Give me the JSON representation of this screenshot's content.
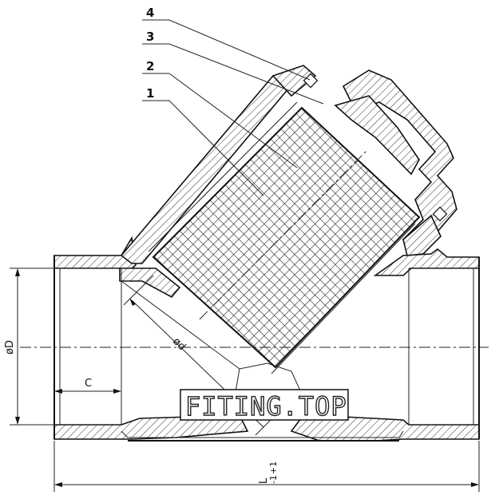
{
  "callouts": [
    "4",
    "3",
    "2",
    "1"
  ],
  "dimensions": {
    "diameter_label": "øD",
    "thread_length_label": "C",
    "length_label": "L",
    "length_tol_plus": "+1",
    "length_tol_minus": "-1",
    "screen_diameter_label": "ød"
  },
  "watermark": "FITING.TOP"
}
